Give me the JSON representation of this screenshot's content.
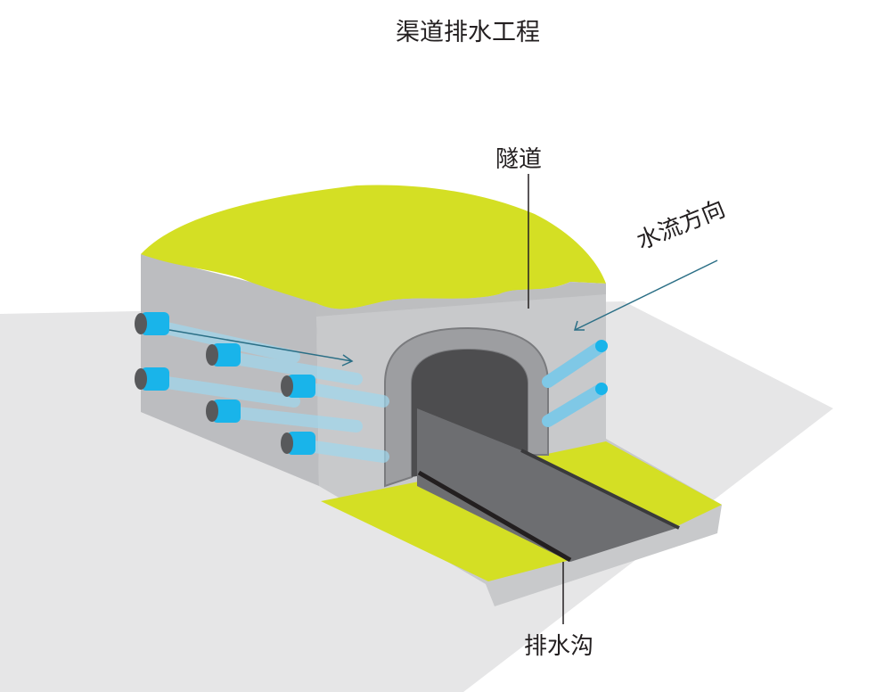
{
  "title": "渠道排水工程",
  "labels": {
    "tunnel": "隧道",
    "flow_direction": "水流方向",
    "drainage_ditch": "排水沟"
  },
  "colors": {
    "grass": "#d4df24",
    "concrete": "#c6c7c9",
    "ground": "#e6e6e7",
    "pipe": "#19b4ea",
    "tunnel_dark": "#4d4d4f",
    "leader_line": "#2b6f86"
  }
}
